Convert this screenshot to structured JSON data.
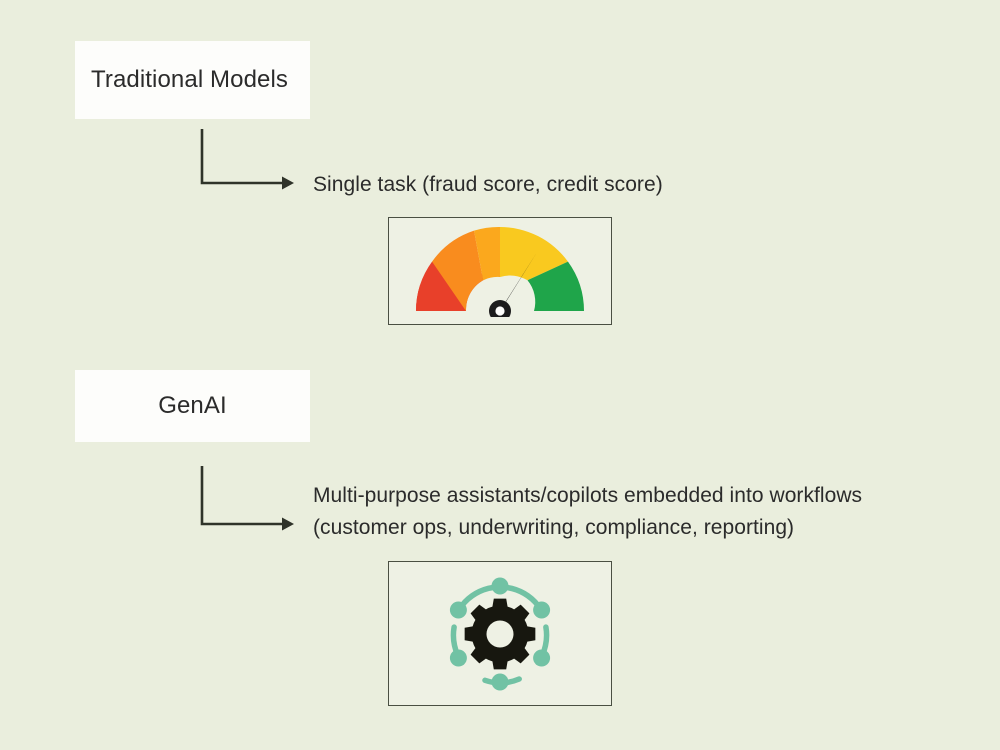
{
  "page": {
    "background_color": "#eaeedd",
    "text_color": "#2b2b2b"
  },
  "nodes": [
    {
      "id": "traditional-models",
      "label": "Traditional Models",
      "box_color": "#fdfdfb",
      "description": "Single task (fraud score, credit score)",
      "figure": "gauge-chart"
    },
    {
      "id": "genai",
      "label": "GenAI",
      "box_color": "#fdfdfb",
      "description": "Multi-purpose assistants/copilots embedded into workflows\n(customer ops, underwriting, compliance, reporting)",
      "figure": "gear-network-icon"
    }
  ],
  "figures": {
    "gauge": {
      "name": "gauge-chart",
      "needle_angle_deg": 47,
      "needle_color": "#1c1c1c",
      "frame_color": "#4a4f42",
      "segments": [
        {
          "label": "very-low",
          "color": "#e8402a",
          "start_deg": 180,
          "end_deg": 144
        },
        {
          "label": "low",
          "color": "#f98c1e",
          "start_deg": 144,
          "end_deg": 108
        },
        {
          "label": "medium",
          "color": "#fba81d",
          "start_deg": 108,
          "end_deg": 90
        },
        {
          "label": "high",
          "color": "#f9c91f",
          "start_deg": 90,
          "end_deg": 36
        },
        {
          "label": "very-high",
          "color": "#1fa54a",
          "start_deg": 36,
          "end_deg": 0
        }
      ]
    },
    "gear": {
      "name": "gear-network-icon",
      "gear_color": "#17170f",
      "ring_color": "#71c2a4",
      "node_count": 6,
      "frame_color": "#4a4f42"
    }
  },
  "connectors": [
    {
      "id": "connector-traditional",
      "type": "elbow-arrow",
      "color": "#2f3329"
    },
    {
      "id": "connector-genai",
      "type": "elbow-arrow",
      "color": "#2f3329"
    }
  ]
}
